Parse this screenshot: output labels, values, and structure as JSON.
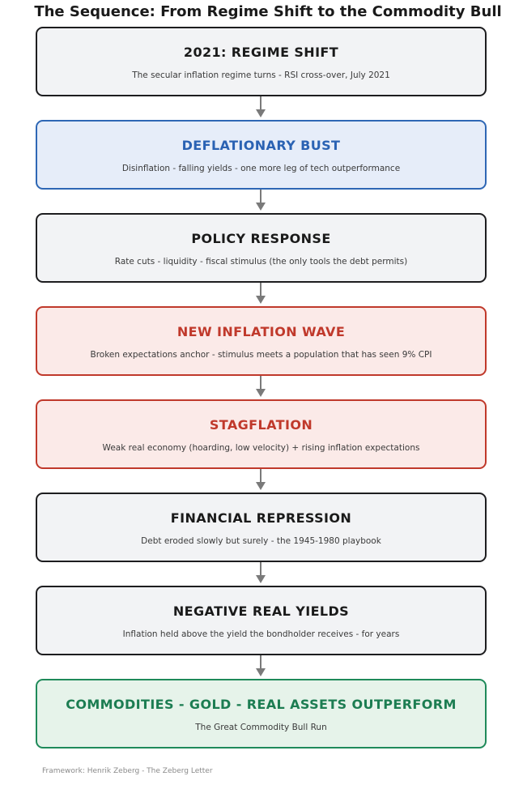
{
  "title": "The Sequence: From Regime Shift to the Commodity Bull",
  "steps": [
    {
      "heading": "2021: REGIME SHIFT",
      "description": "The secular inflation regime turns - RSI cross-over, July 2021",
      "style": "neutral"
    },
    {
      "heading": "DEFLATIONARY BUST",
      "description": "Disinflation - falling yields - one more leg of tech outperformance",
      "style": "blue"
    },
    {
      "heading": "POLICY RESPONSE",
      "description": "Rate cuts - liquidity - fiscal stimulus (the only tools the debt permits)",
      "style": "neutral"
    },
    {
      "heading": "NEW INFLATION WAVE",
      "description": "Broken expectations anchor - stimulus meets a population that has seen 9% CPI",
      "style": "red"
    },
    {
      "heading": "STAGFLATION",
      "description": "Weak real economy (hoarding, low velocity) + rising inflation expectations",
      "style": "red"
    },
    {
      "heading": "FINANCIAL REPRESSION",
      "description": "Debt eroded slowly but surely - the 1945-1980 playbook",
      "style": "neutral"
    },
    {
      "heading": "NEGATIVE REAL YIELDS",
      "description": "Inflation held above the yield the bondholder receives - for years",
      "style": "neutral"
    },
    {
      "heading": "COMMODITIES - GOLD - REAL ASSETS OUTPERFORM",
      "description": "The Great Commodity Bull Run",
      "style": "green"
    }
  ],
  "colors": {
    "neutral_border": "#1d1d1f",
    "blue_accent": "#2a62b3",
    "red_accent": "#c0392b",
    "green_accent": "#1c7d52",
    "arrow": "#7a7a7a"
  },
  "footer": "Framework: Henrik Zeberg - The Zeberg Letter"
}
